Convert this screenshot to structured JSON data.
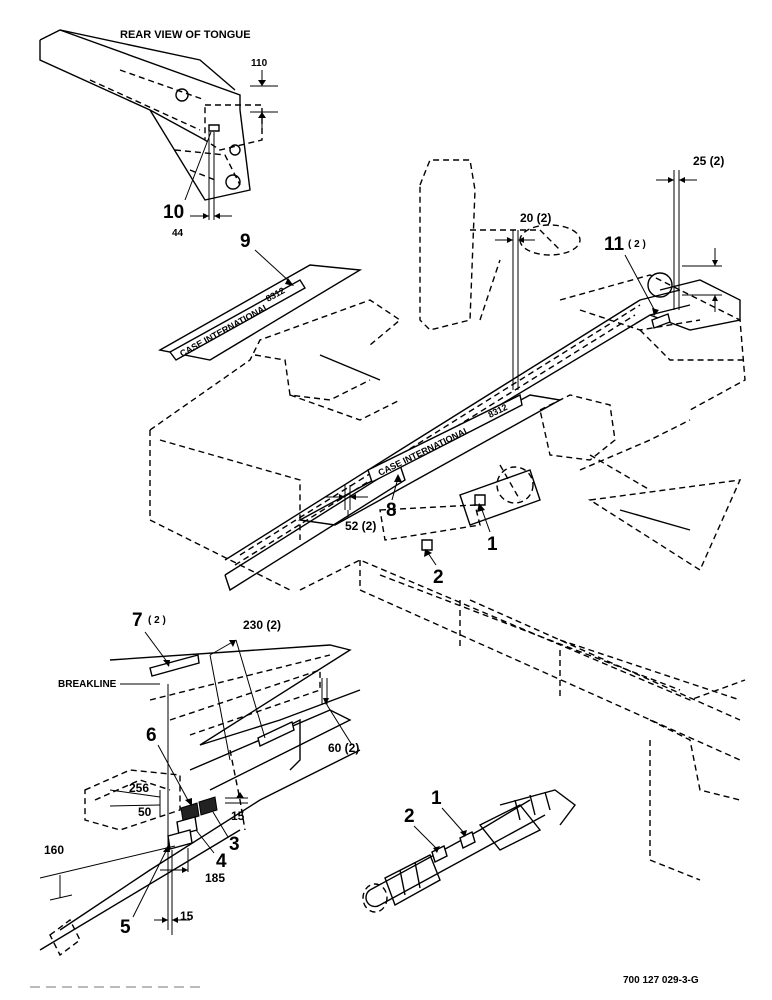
{
  "header": {
    "title": "REAR VIEW OF TONGUE"
  },
  "callouts": {
    "c1": "1",
    "c2": "2",
    "c3": "3",
    "c4": "4",
    "c5": "5",
    "c6": "6",
    "c7": "7",
    "c7_qty": "( 2 )",
    "c8": "8",
    "c9": "9",
    "c10": "10",
    "c11": "11",
    "c11_qty": "( 2 )",
    "shaft_c1": "1",
    "shaft_c2": "2"
  },
  "measurements": {
    "m110": "110",
    "m44": "44",
    "m25": "25 (2)",
    "m20": "20 (2)",
    "m52": "52 (2)",
    "m230": "230 (2)",
    "m60": "60 (2)",
    "m256": "256",
    "m50": "50",
    "m15a": "15",
    "m160": "160",
    "m185": "185",
    "m15b": "15"
  },
  "labels": {
    "breakline": "BREAKLINE",
    "decal_tongue": "CASE INTERNATIONAL",
    "decal_tongue_model": "8312",
    "decal_shield": "CASE INTERNATIONAL",
    "decal_shield_model": "8312"
  },
  "footer": {
    "part_number": "700 127 029-3-G"
  }
}
